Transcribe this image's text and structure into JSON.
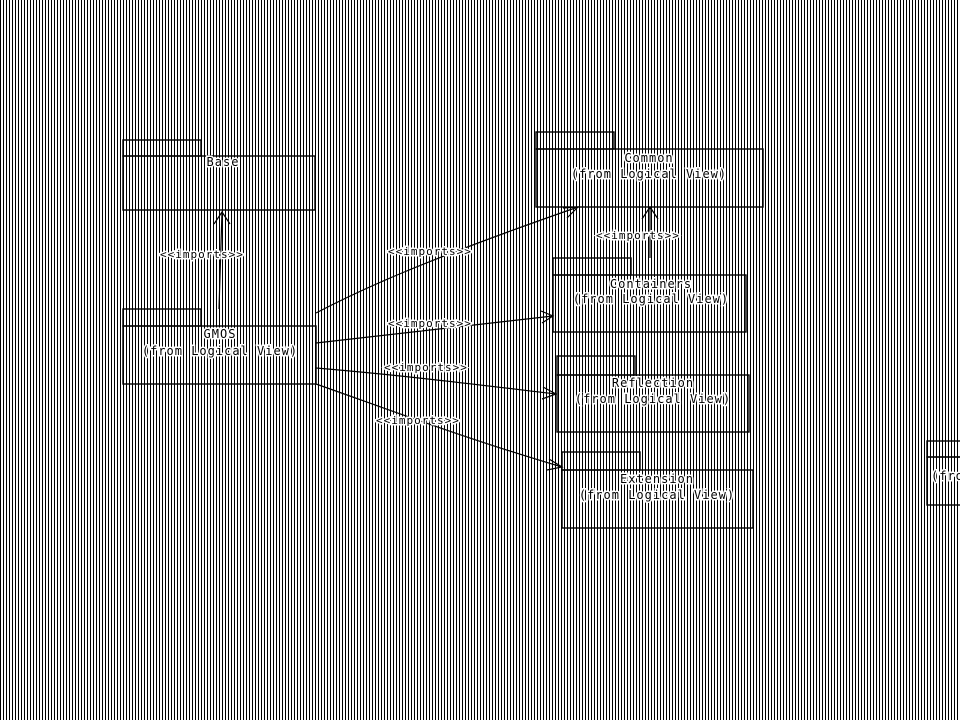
{
  "diagram": {
    "packages": [
      {
        "id": "base",
        "name": "Base",
        "sub": ""
      },
      {
        "id": "common",
        "name": "Common",
        "sub": "(from Logical View)"
      },
      {
        "id": "gmos",
        "name": "GMOS",
        "sub": "(from Logical View)"
      },
      {
        "id": "containers",
        "name": "Containers",
        "sub": "(from Logical View)"
      },
      {
        "id": "reflection",
        "name": "Reflection",
        "sub": "(from Logical View)"
      },
      {
        "id": "extension",
        "name": "Extension",
        "sub": "(from Logical View)"
      },
      {
        "id": "offscreen",
        "name": "",
        "sub": "(fro"
      }
    ],
    "dependencies": [
      {
        "id": "gmos-base",
        "from": "gmos",
        "to": "base",
        "label": "<<imports>>"
      },
      {
        "id": "gmos-common",
        "from": "gmos",
        "to": "common",
        "label": "<<imports>>"
      },
      {
        "id": "gmos-containers",
        "from": "gmos",
        "to": "containers",
        "label": "<<imports>>"
      },
      {
        "id": "gmos-reflection",
        "from": "gmos",
        "to": "reflection",
        "label": "<<imports>>"
      },
      {
        "id": "gmos-extension",
        "from": "gmos",
        "to": "extension",
        "label": "<<imports>>"
      },
      {
        "id": "containers-common",
        "from": "containers",
        "to": "common",
        "label": "<<imports>>"
      }
    ]
  }
}
